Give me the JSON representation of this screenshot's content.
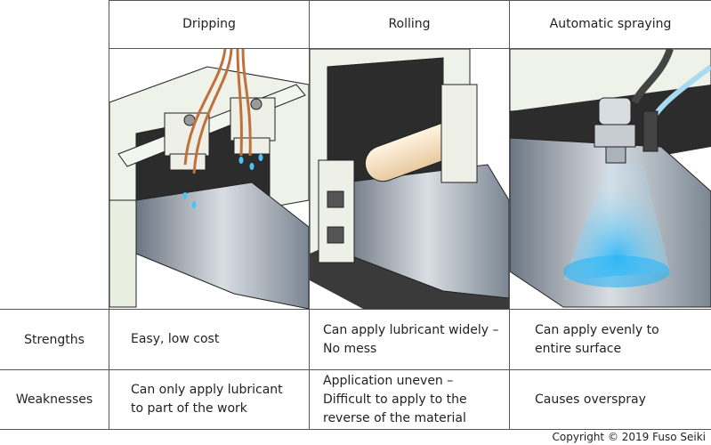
{
  "columns": [
    "Dripping",
    "Rolling",
    "Automatic spraying"
  ],
  "rows": [
    {
      "label": "Strengths",
      "cells": [
        "Easy, low cost",
        "Can apply lubricant widely –\nNo mess",
        "Can apply evenly to\nentire surface"
      ]
    },
    {
      "label": "Weaknesses",
      "cells": [
        "Can only apply lubricant\nto part of the work",
        "Application uneven –\nDifficult to apply to the\nreverse of the material",
        "Causes overspray"
      ]
    }
  ],
  "copyright": "Copyright © 2019 Fuso Seiki",
  "colors": {
    "border": "#555555",
    "frame": "#e8eee0",
    "spray": "#4fc3f7",
    "copper": "#c0703a",
    "steel": "#8a9aa8"
  }
}
